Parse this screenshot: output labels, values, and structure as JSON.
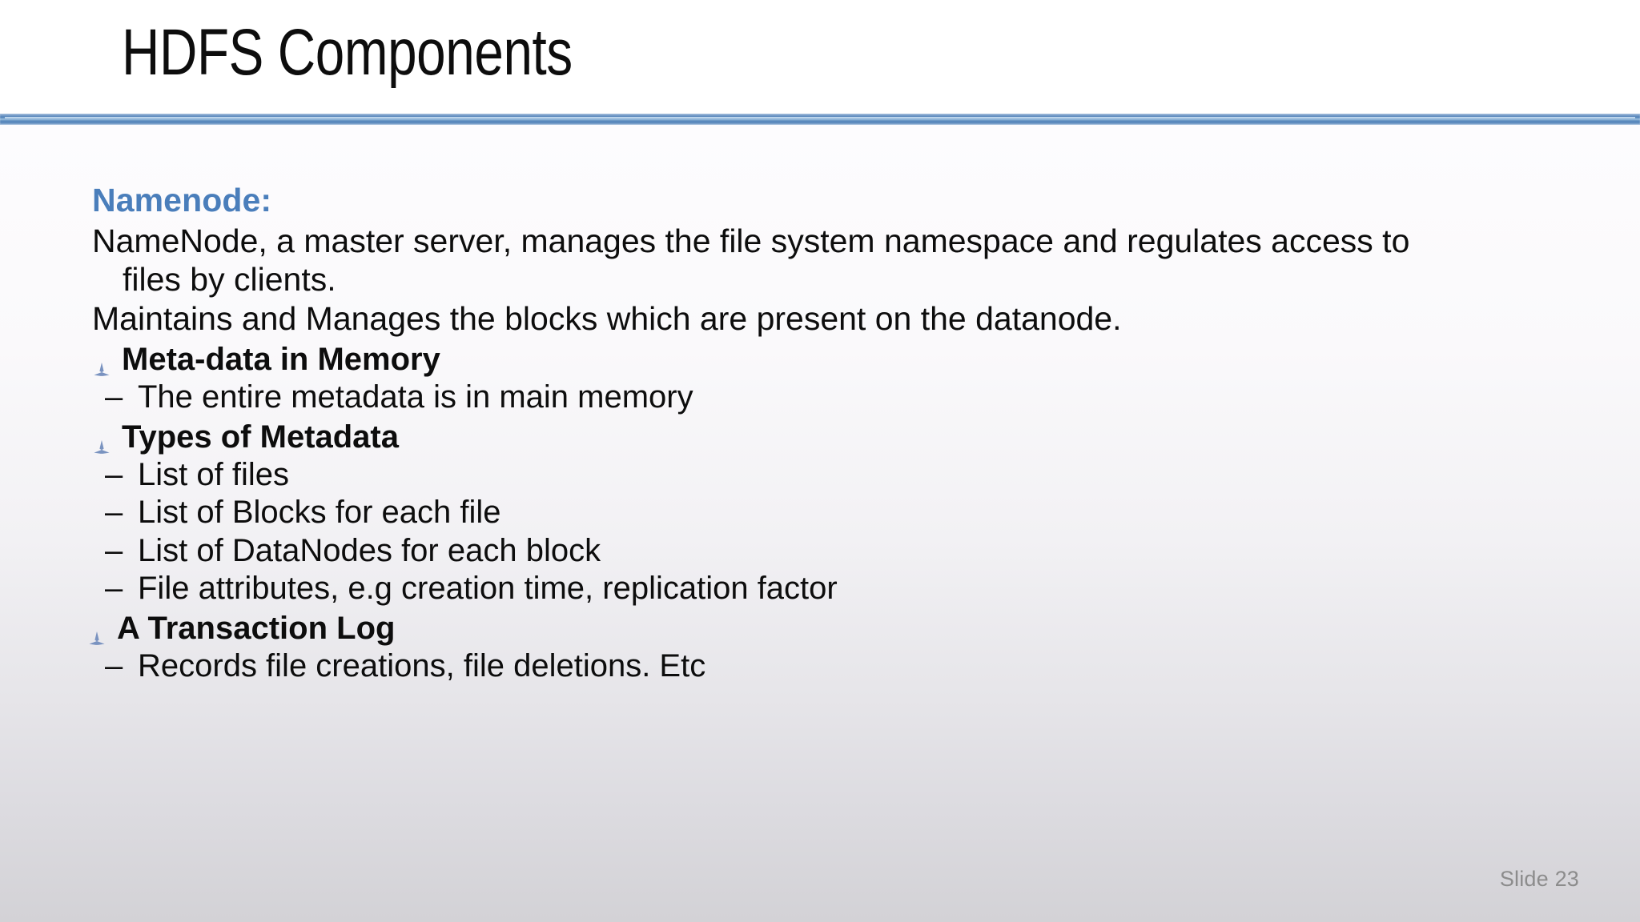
{
  "slide": {
    "title": "HDFS Components",
    "slide_number_label": "Slide 23",
    "accent_color": "#4a7ebb",
    "bullet_color": "#7a93c0",
    "text_color": "#0d0d0d",
    "slide_number_color": "#8c8c8c"
  },
  "content": {
    "heading": "Namenode:",
    "paragraphs": [
      "NameNode, a master server, manages the file system namespace and regulates access to files by clients.",
      "Maintains and Manages the blocks which are present on the datanode."
    ],
    "groups": [
      {
        "title": "Meta-data in Memory",
        "bullet_icon": "propeller-bullet-icon",
        "items": [
          "The entire metadata is in main memory"
        ]
      },
      {
        "title": "Types of Metadata",
        "bullet_icon": "propeller-bullet-icon",
        "items": [
          "List of files",
          "List of Blocks for each file",
          "List of DataNodes for each block",
          "File attributes, e.g creation time, replication factor"
        ]
      },
      {
        "title": "A Transaction Log",
        "bullet_icon": "propeller-bullet-icon",
        "items": [
          "Records file creations, file deletions. Etc"
        ]
      }
    ],
    "dash_glyph": "–"
  }
}
